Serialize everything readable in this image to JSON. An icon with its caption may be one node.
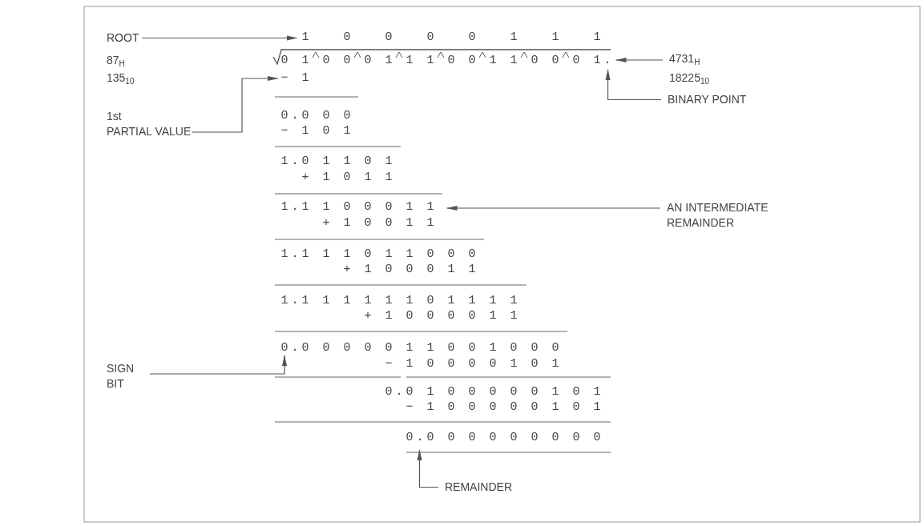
{
  "diagram": {
    "nodes": [
      {
        "text": [
          "ROOT"
        ]
      },
      {
        "text": [
          "1 0 0 0 0 1 1 1"
        ]
      },
      {
        "text": [
          "0 1 0 0 0 1 1 1 0 0 1 1 0 0 0 1."
        ]
      },
      {
        "text": [
          "4731$_{H}$",
          "18225$_{10}$"
        ]
      },
      {
        "text": [
          "BINARY POINT"
        ]
      },
      {
        "text": [
          "− 1"
        ]
      },
      {
        "text": [
          "1st",
          "PARTIAL VALUE"
        ]
      },
      {
        "text": [
          "1.1 1 0 0 0 1 1"
        ]
      },
      {
        "text": [
          "AN INTERMEDIATE REMAINDER"
        ]
      },
      {
        "text": [
          "0.0 0 0 0 0 1 1 0 0 1 0 0 0"
        ]
      },
      {
        "text": [
          "SIGN BIT"
        ]
      },
      {
        "text": [
          "0.0 0 0 0 0 0 0 0 0"
        ]
      },
      {
        "text": [
          "REMAINDER"
        ]
      }
    ],
    "edges": [
      {
        "from": 0,
        "to": 1,
        "arrow": "to"
      },
      {
        "from": 3,
        "to": 2,
        "arrow": "to"
      },
      {
        "from": 4,
        "to": 2,
        "arrow": "to"
      },
      {
        "from": 6,
        "to": 5,
        "arrow": "to"
      },
      {
        "from": 8,
        "to": 7,
        "arrow": "to"
      },
      {
        "from": 10,
        "to": 9,
        "arrow": "to"
      },
      {
        "from": 12,
        "to": 11,
        "arrow": "to"
      }
    ],
    "labels": [
      "87$_{H}$",
      "135$_{10}$",
      "0.0 0 0",
      "− 1 0 1",
      "1.0 1 1 0 1",
      "+ 1 0 1 1",
      "+ 1 0 0 1 1",
      "1.1 1 1 0 1 1 0 0 0",
      "+ 1 0 0 0 1 1",
      "1.1 1 1 1 1 1 0 1 1 1 1",
      "+ 1 0 0 0 0 1 1",
      "− 1 0 0 0 0 1 0 1",
      "0.0 1 0 0 0 0 0 1 0 1",
      "− 1 0 0 0 0 0 1 0 1"
    ]
  }
}
